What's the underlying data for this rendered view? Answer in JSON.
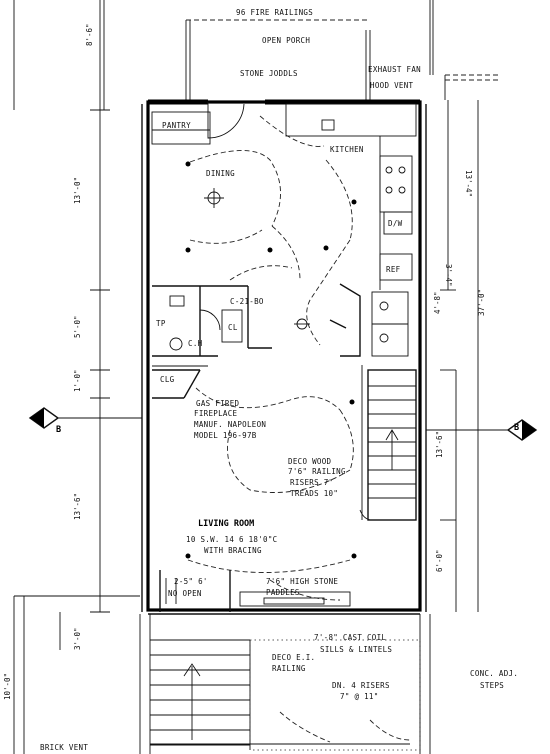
{
  "labels": {
    "top_note": "96 FIRE RAILINGS",
    "open_porch": "OPEN PORCH",
    "stone_jodduls": "STONE JODDLS",
    "kitchen_top": "EXHAUST FAN",
    "hood_vent": "HOOD VENT",
    "pantry": "PANTRY",
    "kitchen": "KITCHEN",
    "dining": "DINING",
    "dw": "D/W",
    "ref": "REF",
    "coats": "C-21-BO",
    "cl": "CL",
    "tp": "TP",
    "gas_fired": "GAS FIRED",
    "fireplace": "FIREPLACE",
    "napoleon": "MANUF. NAPOLEON",
    "model": "MODEL 196-97B",
    "deco_wood": "DECO WOOD",
    "railing": "7'6\" RAILING",
    "bottom_rail": "RISERS 7\"",
    "treads": "TREADS 10\"",
    "living_room": "LIVING ROOM",
    "living_size": "10 S.W. 14 6  18'0\"C",
    "with_bracing": "WITH BRACING",
    "high_stone": "7'6\" HIGH STONE",
    "paddles": "PADDLES",
    "dn_door": "2-5\" 6'",
    "mo_door": "NO OPEN",
    "gas_coil": "7'-8\" CAST COIL",
    "sills": "SILLS & LINTELS",
    "deco_ei": "DECO E.I.",
    "railing2": "RAILING",
    "dn_risers": "DN. 4 RISERS",
    "dn_treads": "7\" @ 11\"",
    "conc_steps": "CONC. ADJ.",
    "steps": "STEPS",
    "b_left": "B",
    "b_right": "B",
    "bottom_note": "BRICK VENT",
    "clg": "CLG",
    "seats": "C.H"
  },
  "dims": {
    "d_8_6": "8'-6\"",
    "d_13_0": "13'-0\"",
    "d_5_0": "5'-0\"",
    "d_1_0": "1'-0\"",
    "d_13_6": "13'-6\"",
    "d_3_0": "3'-0\"",
    "d_10_0": "10'-0\"",
    "d_13_4": "13'-4\"",
    "d_3_4": "3'-4\"",
    "d_4_8": "4'-8\"",
    "d_37_0": "37'-0\"",
    "d_13_6r": "13'-6\"",
    "d_6_0": "6'-0\""
  }
}
